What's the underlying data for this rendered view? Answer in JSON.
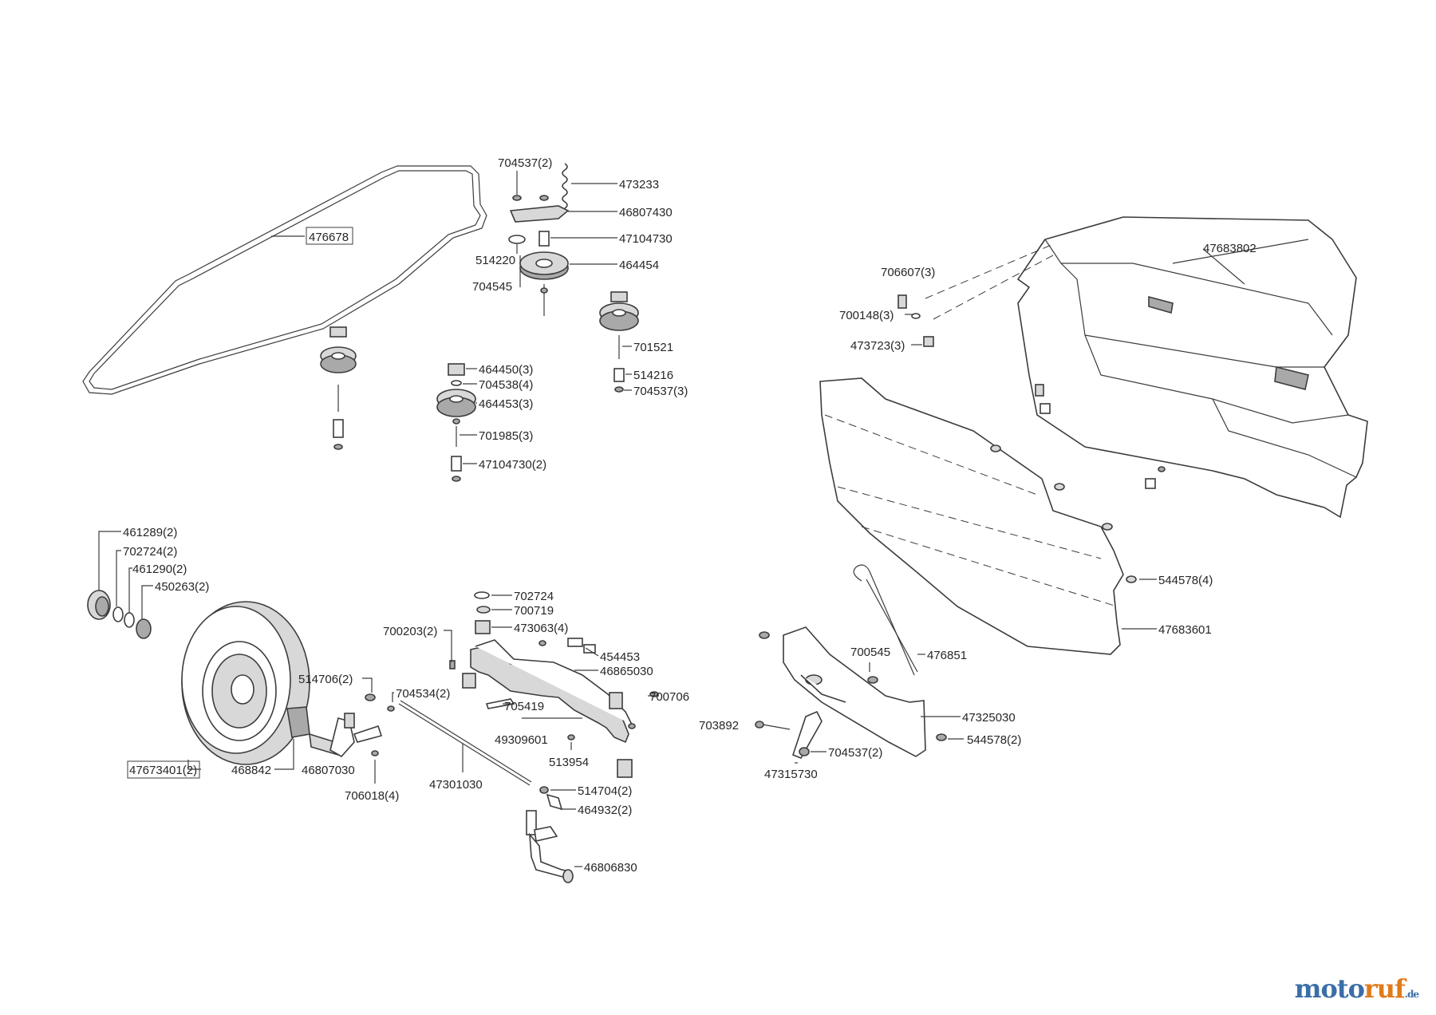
{
  "parts": {
    "drive_belt": "476678",
    "pulley_nut": "704537(2)",
    "tension_spring": "473233",
    "idler_arm": "46807430",
    "arm_spacer": "47104730",
    "arm_washer": "514220",
    "arm_screw": "704545",
    "main_pulley": "464454",
    "pulley_guard_bolt": "701521",
    "pulley_guard_spacer": "514216",
    "pulley_guard_nut": "704537(3)",
    "bearing_set": "464450(3)",
    "bearing_washer": "704538(4)",
    "v_pulley": "464453(3)",
    "pulley_bolt": "701985(3)",
    "pulley_spacer": "47104730(2)",
    "cover_screw": "706607(3)",
    "cover_clip": "700148(3)",
    "cover_nut": "473723(3)",
    "grass_catcher": "47683802",
    "hub_cap": "461289(2)",
    "hub_ring": "702724(2)",
    "wheel_washer": "461290(2)",
    "wheel_bearing": "450263(2)",
    "front_wheel": "47673401(2)",
    "wheel_bushing": "468842",
    "spindle_left": "46807030",
    "spindle_bolt": "514706(2)",
    "spindle_washer": "704534(2)",
    "spindle_nut": "706018(4)",
    "tie_rod": "47301030",
    "axle_clip": "702724",
    "axle_washer": "700719",
    "axle_bushing": "473063(4)",
    "pin": "700203(2)",
    "axle_pin": "454453",
    "front_axle": "46865030",
    "axle_bolt": "705419",
    "axle_nut": "700706",
    "axle_beam": "49309601",
    "axle_grease": "513954",
    "tie_rod_bolt": "514704(2)",
    "tie_rod_end": "464932(2)",
    "spindle_right": "46806830",
    "deck_screw": "544578(4)",
    "side_plate": "47683601",
    "plate_clip": "700545",
    "lift_cable": "476851",
    "bracket": "47325030",
    "bracket_bolt": "703892",
    "bracket_nut": "704537(2)",
    "bracket_screw": "544578(2)",
    "lever": "47315730"
  },
  "watermark": {
    "brand_a": "moto",
    "brand_b": "ruf",
    "tld": ".de"
  }
}
